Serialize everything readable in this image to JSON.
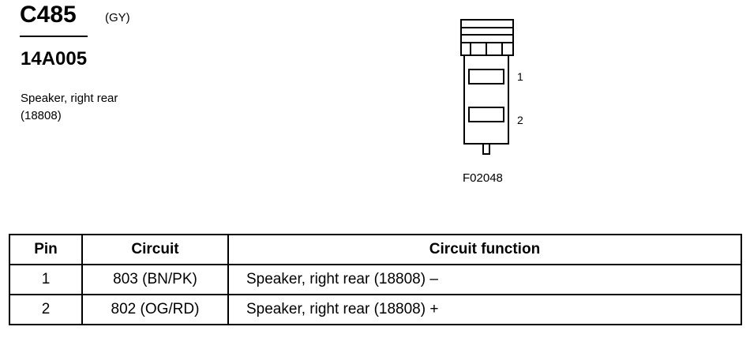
{
  "connector": {
    "id": "C485",
    "color_code": "(GY)",
    "part_number": "14A005",
    "description_line1": "Speaker, right rear",
    "description_line2": "(18808)"
  },
  "diagram": {
    "pin_label_1": "1",
    "pin_label_2": "2",
    "figure_code": "F02048"
  },
  "table": {
    "headers": {
      "pin": "Pin",
      "circuit": "Circuit",
      "function": "Circuit function"
    },
    "rows": [
      {
        "pin": "1",
        "circuit": "803 (BN/PK)",
        "function": "Speaker, right rear (18808) –"
      },
      {
        "pin": "2",
        "circuit": "802 (OG/RD)",
        "function": "Speaker, right rear (18808) +"
      }
    ]
  }
}
